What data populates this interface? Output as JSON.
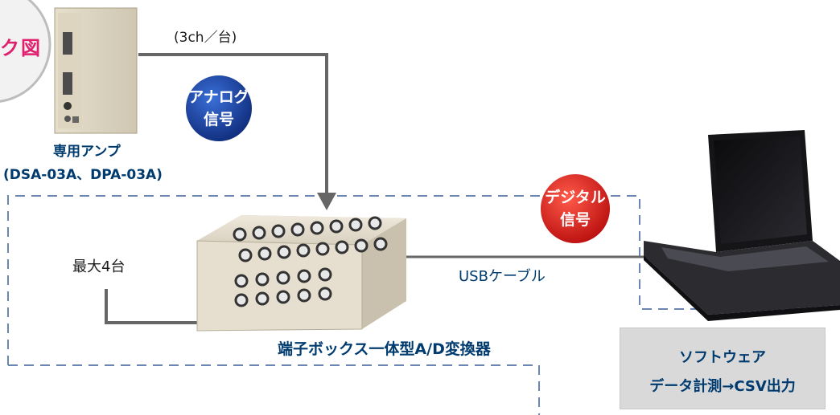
{
  "header_badge": {
    "text": "ク図"
  },
  "labels": {
    "channels": "(3ch／台)",
    "amp_name": "専用アンプ",
    "amp_models": "(DSA-03A、DPA-03A)",
    "max_units": "最大4台",
    "usb_cable": "USBケーブル",
    "ad_converter": "端子ボックス一体型A/D変換器"
  },
  "badges": {
    "analog": {
      "line1": "アナログ",
      "line2": "信号",
      "color": "#1a3a8c"
    },
    "digital": {
      "line1": "デジタル",
      "line2": "信号",
      "color": "#d81b1b"
    }
  },
  "software_box": {
    "line1": "ソフトウェア",
    "line2": "データ計測→CSV出力"
  },
  "colors": {
    "accent_pink": "#e0206e",
    "label_blue": "#003b6f",
    "dashed_border": "#6c86b4",
    "connector_line": "#666666"
  }
}
